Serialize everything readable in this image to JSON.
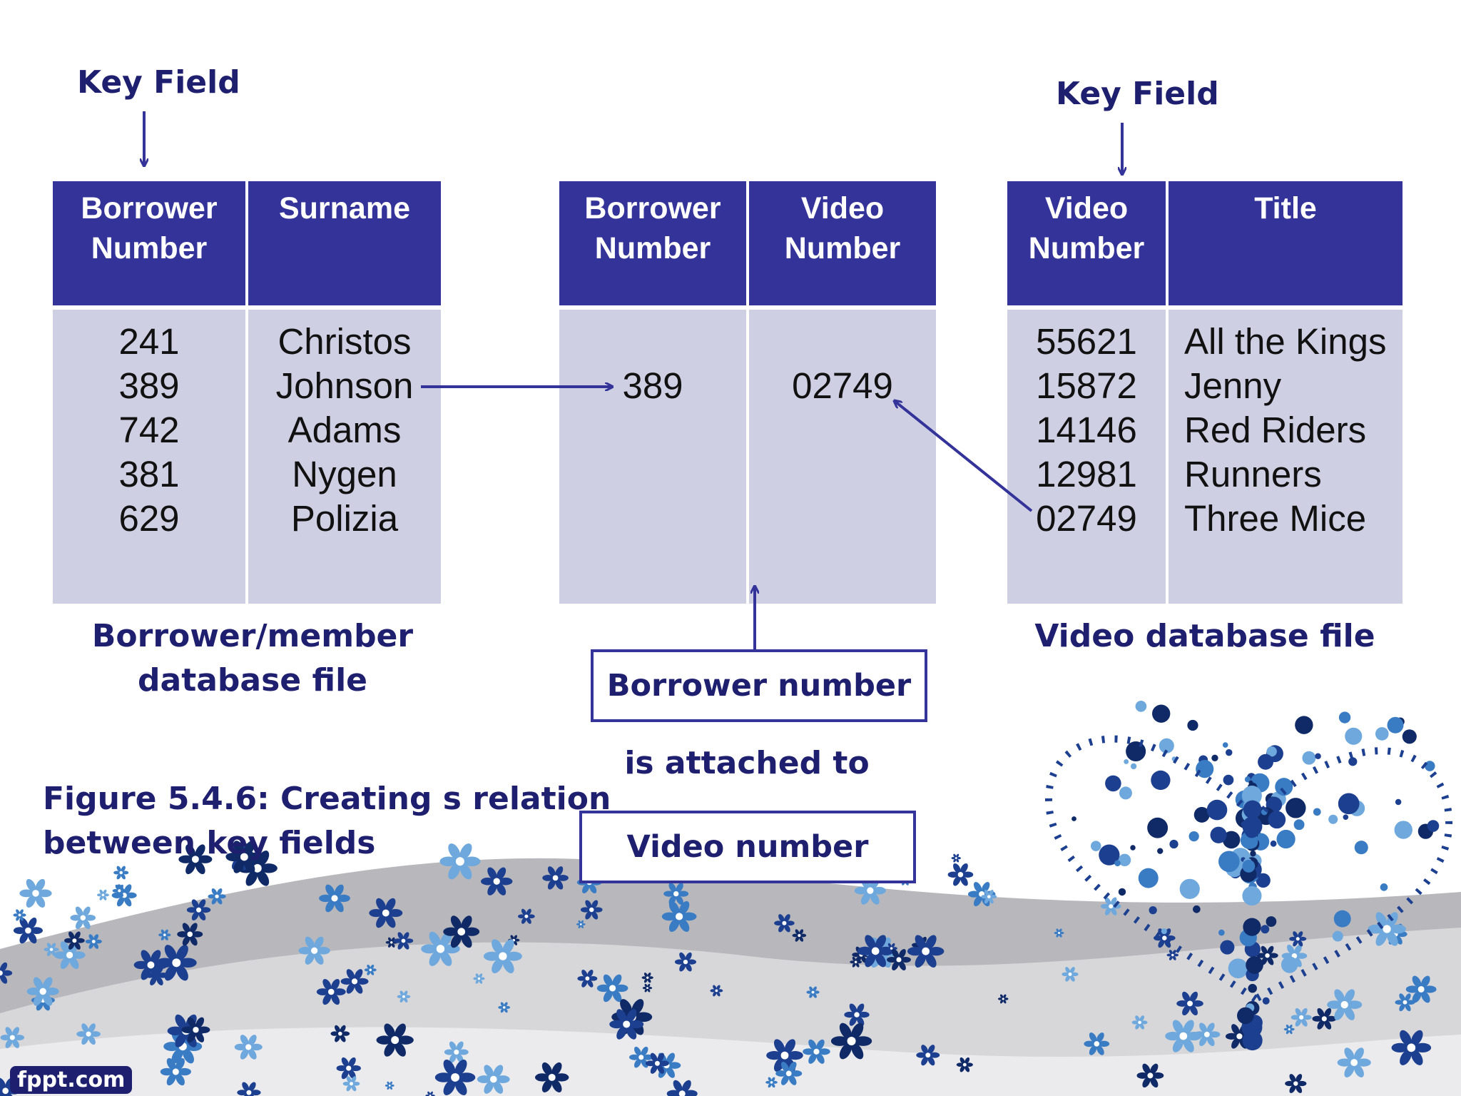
{
  "key_field_left": "Key Field",
  "key_field_right": "Key Field",
  "table1": {
    "headers": [
      "Borrower Number",
      "Surname"
    ],
    "col1": [
      "241",
      "389",
      "742",
      "381",
      "629"
    ],
    "col2": [
      "Christos",
      "Johnson",
      "Adams",
      "Nygen",
      "Polizia"
    ],
    "caption_line1": "Borrower/member",
    "caption_line2": "database file"
  },
  "table2": {
    "headers": [
      "Borrower Number",
      "Video Number"
    ],
    "col1": [
      "389"
    ],
    "col2": [
      "02749"
    ]
  },
  "table3": {
    "headers": [
      "Video Number",
      "Title"
    ],
    "col1": [
      "55621",
      "15872",
      "14146",
      "12981",
      "02749"
    ],
    "col2": [
      "All the Kings",
      "Jenny",
      "Red Riders",
      "Runners",
      "Three Mice"
    ],
    "caption": "Video database file"
  },
  "box_borrower": "Borrower number",
  "attached_text": "is attached to",
  "box_video": "Video number",
  "figure_caption_line1": "Figure 5.4.6: Creating s relation",
  "figure_caption_line2": "between key fields",
  "watermark": "fppt.com",
  "colors": {
    "header": "#333399",
    "cell": "#cfcfe3",
    "label": "#1f1f70",
    "accent_blue": "#3a7cc4"
  }
}
